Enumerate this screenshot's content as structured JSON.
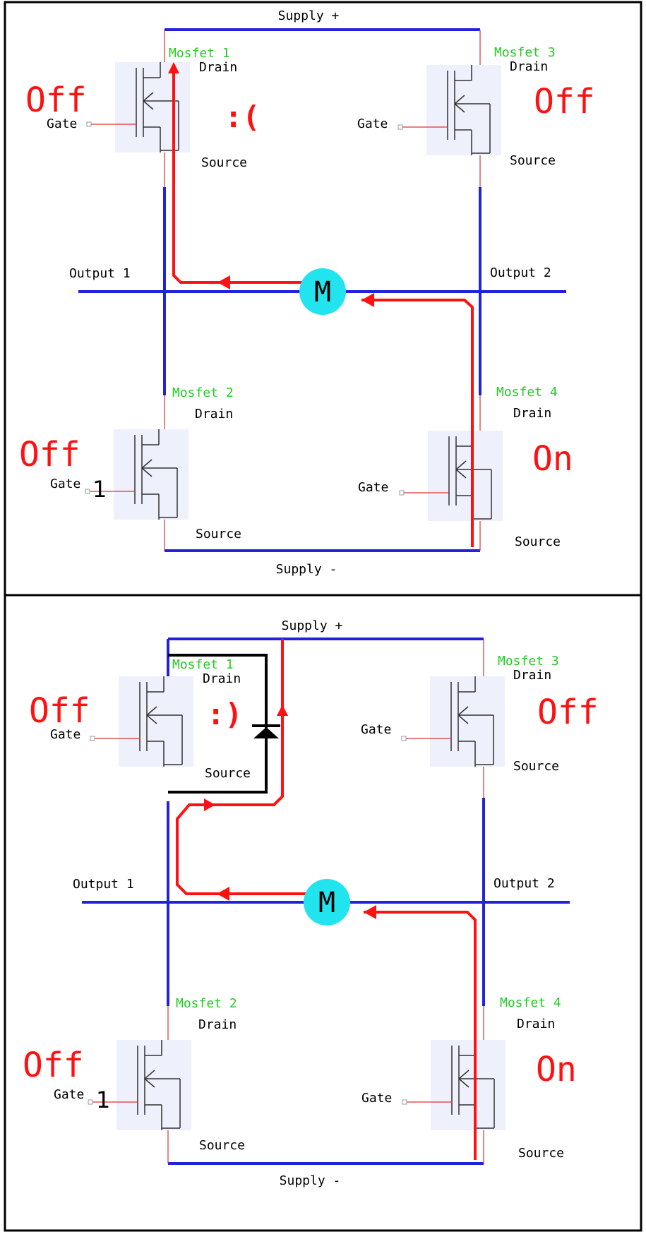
{
  "panels": [
    {
      "supply_plus": "Supply +",
      "supply_minus": "Supply -",
      "output1": "Output 1",
      "output2": "Output 2",
      "motor": "M",
      "face": ":(",
      "mosfets": [
        {
          "name": "Mosfet 1",
          "drain": "Drain",
          "source": "Source",
          "gate": "Gate",
          "state": "Off"
        },
        {
          "name": "Mosfet 3",
          "drain": "Drain",
          "source": "Source",
          "gate": "Gate",
          "state": "Off"
        },
        {
          "name": "Mosfet 2",
          "drain": "Drain",
          "source": "Source",
          "gate": "Gate",
          "state": "Off",
          "gate_note": "1"
        },
        {
          "name": "Mosfet 4",
          "drain": "Drain",
          "source": "Source",
          "gate": "Gate",
          "state": "On"
        }
      ]
    },
    {
      "supply_plus": "Supply +",
      "supply_minus": "Supply -",
      "output1": "Output 1",
      "output2": "Output 2",
      "motor": "M",
      "face": ":)",
      "mosfets": [
        {
          "name": "Mosfet 1",
          "drain": "Drain",
          "source": "Source",
          "gate": "Gate",
          "state": "Off"
        },
        {
          "name": "Mosfet 3",
          "drain": "Drain",
          "source": "Source",
          "gate": "Gate",
          "state": "Off"
        },
        {
          "name": "Mosfet 2",
          "drain": "Drain",
          "source": "Source",
          "gate": "Gate",
          "state": "Off",
          "gate_note": "1"
        },
        {
          "name": "Mosfet 4",
          "drain": "Drain",
          "source": "Source",
          "gate": "Gate",
          "state": "On"
        }
      ]
    }
  ],
  "colors": {
    "wire_blue": "#2222dd",
    "current_red": "#ff1111",
    "motor_cyan": "#22e4ee",
    "label_green": "#22cc22",
    "mosfet_bg": "#eef0fb"
  }
}
